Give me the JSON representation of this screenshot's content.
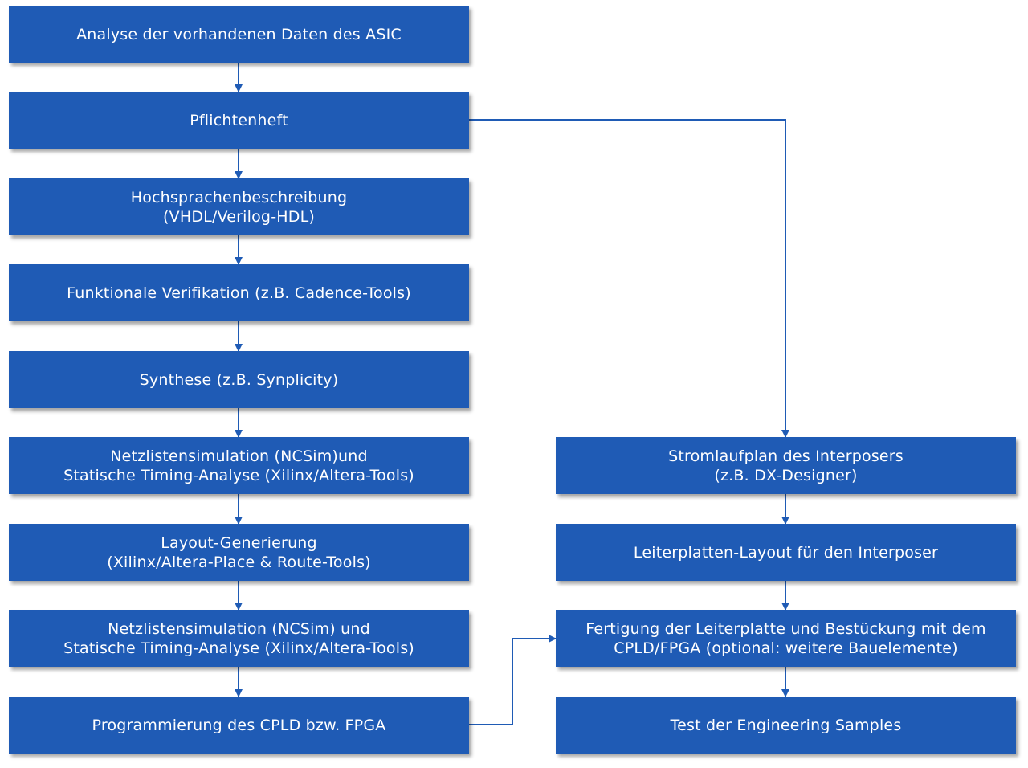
{
  "colors": {
    "box_fill": "#1f5bb5",
    "connector": "#1f5bb5",
    "text": "#ffffff",
    "background": "#ffffff"
  },
  "left_column": [
    {
      "lines": [
        "Analyse der vorhandenen Daten des ASIC"
      ]
    },
    {
      "lines": [
        "Pflichtenheft"
      ]
    },
    {
      "lines": [
        "Hochsprachenbeschreibung",
        "(VHDL/Verilog-HDL)"
      ]
    },
    {
      "lines": [
        "Funktionale Verifikation (z.B. Cadence-Tools)"
      ]
    },
    {
      "lines": [
        "Synthese (z.B. Synplicity)"
      ]
    },
    {
      "lines": [
        "Netzlistensimulation (NCSim)und",
        "Statische Timing-Analyse (Xilinx/Altera-Tools)"
      ]
    },
    {
      "lines": [
        "Layout-Generierung",
        "(Xilinx/Altera-Place & Route-Tools)"
      ]
    },
    {
      "lines": [
        "Netzlistensimulation (NCSim) und",
        "Statische Timing-Analyse (Xilinx/Altera-Tools)"
      ]
    },
    {
      "lines": [
        "Programmierung des CPLD bzw. FPGA"
      ]
    }
  ],
  "right_column": [
    {
      "lines": [
        "Stromlaufplan des Interposers",
        "(z.B. DX-Designer)"
      ]
    },
    {
      "lines": [
        "Leiterplatten-Layout für den Interposer"
      ]
    },
    {
      "lines": [
        "Fertigung der Leiterplatte und Bestückung mit dem",
        "CPLD/FPGA (optional: weitere Bauelemente)"
      ]
    },
    {
      "lines": [
        "Test der Engineering Samples"
      ]
    }
  ]
}
